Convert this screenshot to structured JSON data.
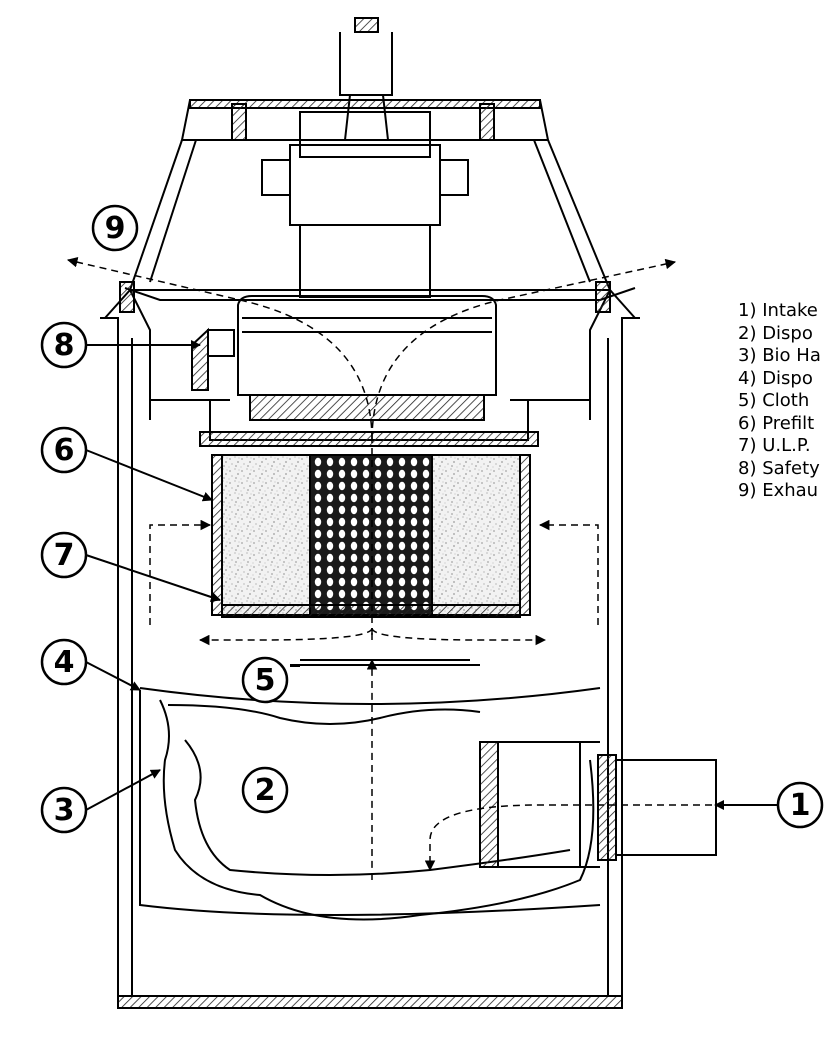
{
  "callouts": [
    {
      "id": "1",
      "label": "1"
    },
    {
      "id": "2",
      "label": "2"
    },
    {
      "id": "3",
      "label": "3"
    },
    {
      "id": "4",
      "label": "4"
    },
    {
      "id": "5",
      "label": "5"
    },
    {
      "id": "6",
      "label": "6"
    },
    {
      "id": "7",
      "label": "7"
    },
    {
      "id": "8",
      "label": "8"
    },
    {
      "id": "9",
      "label": "9"
    }
  ],
  "legend": [
    "1) Intake",
    "2) Dispo",
    "3) Bio Ha",
    "4) Dispo",
    "5) Cloth",
    "6) Prefilt",
    "7) U.L.P.",
    "8) Safety",
    "9) Exhau"
  ]
}
